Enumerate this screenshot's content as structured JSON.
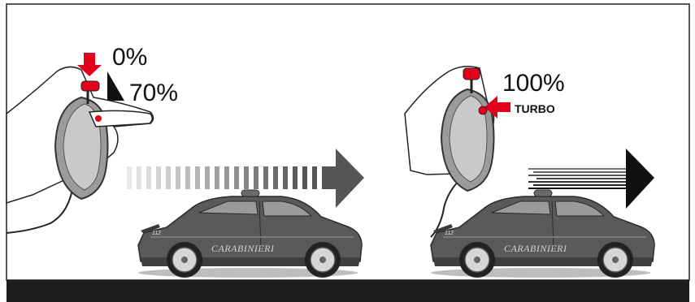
{
  "left_panel": {
    "throttle_min": "0%",
    "throttle_max": "70%",
    "car_decal": "CARABINIERI",
    "car_number": "112"
  },
  "right_panel": {
    "throttle_value": "100%",
    "turbo_label": "TURBO",
    "car_decal": "CARABINIERI",
    "car_number": "112"
  },
  "colors": {
    "accent_red": "#e3001b",
    "car_body": "#5a5a5a",
    "ground": "#1d1d1d",
    "arrow_dark": "#555555"
  }
}
